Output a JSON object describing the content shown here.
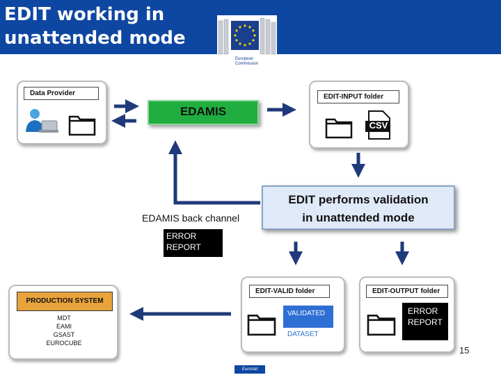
{
  "header": {
    "title": "EDIT working in\nunattended mode",
    "logo_text": "European\nCommission"
  },
  "nodes": {
    "data_provider": {
      "label": "Data Provider"
    },
    "edamis": {
      "label": "EDAMIS"
    },
    "edit_input": {
      "label": "EDIT-INPUT folder",
      "file_badge": "CSV"
    },
    "validation": {
      "label": "EDIT performs validation\nin unattended mode"
    },
    "backchannel": {
      "label": "EDAMIS back channel",
      "error_label": "ERROR\nREPORT"
    },
    "edit_valid": {
      "label": "EDIT-VALID folder",
      "validated_top": "VALIDATED",
      "validated_bottom": "DATASET"
    },
    "edit_output": {
      "label": "EDIT-OUTPUT folder",
      "error_label": "ERROR\nREPORT"
    },
    "production": {
      "label": "PRODUCTION SYSTEM",
      "systems": "MDT\nEAMI\nGSAST\nEUROCUBE"
    }
  },
  "footer": {
    "page_number": "15",
    "brand": "Eurostat"
  },
  "colors": {
    "header_blue": "#0e47a1",
    "arrow_navy": "#1f3a7a",
    "edamis_green": "#1fae3f",
    "production_orange": "#e8a33a",
    "validated_blue": "#2e6fd4"
  }
}
